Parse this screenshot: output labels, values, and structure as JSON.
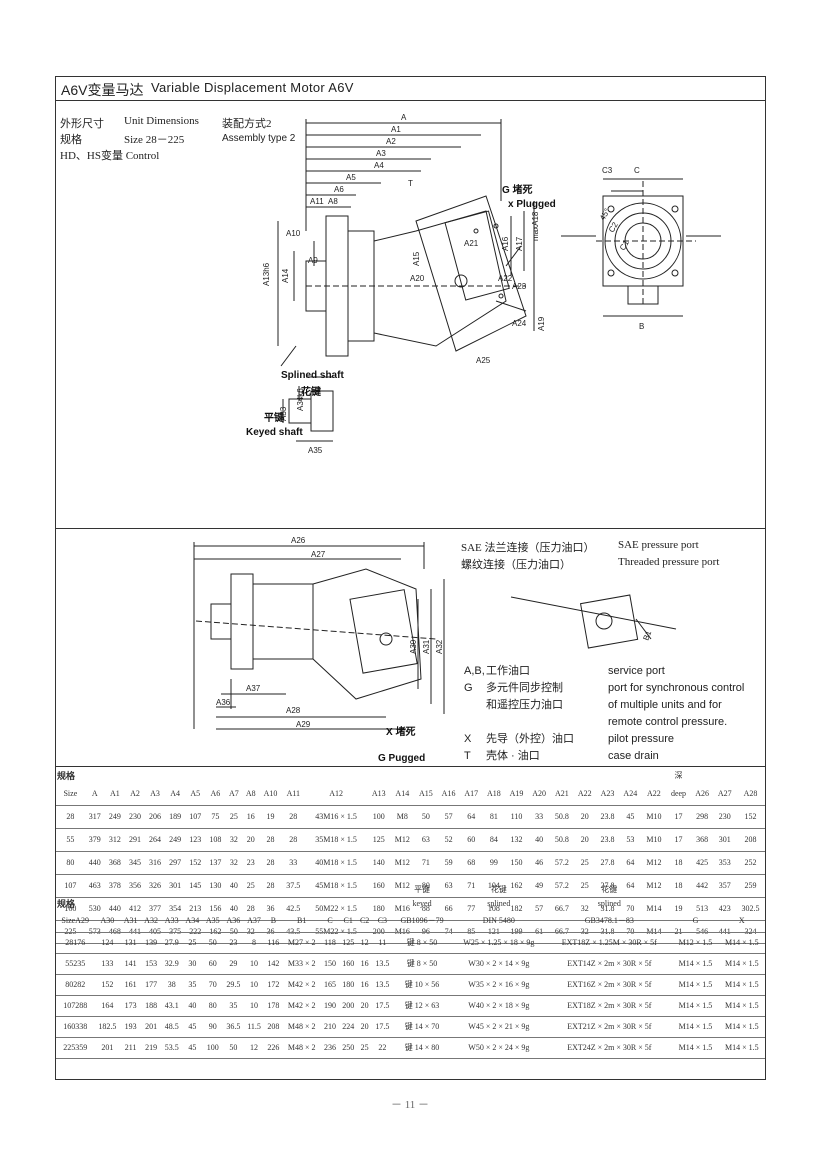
{
  "header": {
    "title_cn": "A6V变量马达",
    "title_en": "Variable Displacement Motor A6V"
  },
  "top_block": {
    "dims_cn": "外形尺寸",
    "dims_en": "Unit Dimensions",
    "spec_cn": "规格",
    "spec_en": "Size 28－225",
    "control": "HD、HS变量 Control",
    "assembly_cn": "装配方式2",
    "assembly_en": "Assembly type 2"
  },
  "drawing1": {
    "dims_a": [
      "A",
      "A1",
      "A2",
      "A3",
      "A4",
      "A5",
      "A6",
      "A8",
      "A11"
    ],
    "g_plug_cn": "G 堵死",
    "x_plug": "x Plugged",
    "splined_en": "Splined shaft",
    "splined_cn": "花键",
    "keyed_cn": "平键",
    "keyed_en": "Keyed shaft",
    "labels": [
      "A10",
      "A13h6",
      "A14",
      "A9",
      "A15",
      "A16",
      "A17",
      "maxA18",
      "A19",
      "A20",
      "A21",
      "A22",
      "A23",
      "A24",
      "A25",
      "A33",
      "A34k6",
      "A35",
      "C3",
      "C",
      "C1",
      "C2",
      "B",
      "45°",
      "T"
    ]
  },
  "drawing2": {
    "labels": [
      "A26",
      "A27",
      "A28",
      "A29",
      "A30",
      "A31",
      "A32",
      "A36",
      "A37",
      "B1"
    ],
    "x_plug_cn": "X 堵死",
    "g_plug": "G Pugged"
  },
  "legend": {
    "sae_cn": "SAE 法兰连接（压力油口）",
    "sae_en": "SAE pressure port",
    "thread_cn": "螺纹连接（压力油口）",
    "thread_en": "Threaded pressure port",
    "items": [
      {
        "code": "A,B,",
        "cn": "工作油口",
        "en": "service port"
      },
      {
        "code": "G",
        "cn": "多元件同步控制",
        "en": "port for synchronous control"
      },
      {
        "code": "",
        "cn": "和遥控压力油口",
        "en": "of multiple units and for"
      },
      {
        "code": "",
        "cn": "",
        "en": "remote control pressure."
      },
      {
        "code": "X",
        "cn": "先导（外控）油口",
        "en": "pilot pressure"
      },
      {
        "code": "T",
        "cn": "壳体 · 油口",
        "en": "case drain"
      }
    ]
  },
  "table1": {
    "title": "规格",
    "deep_cn": "深",
    "headers": [
      "Size",
      "A",
      "A1",
      "A2",
      "A3",
      "A4",
      "A5",
      "A6",
      "A7",
      "A8",
      "A10",
      "A11",
      "A12",
      "A13",
      "A14",
      "A15",
      "A16",
      "A17",
      "A18",
      "A19",
      "A20",
      "A21",
      "A22",
      "A23",
      "A24",
      "A22",
      "deep",
      "A26",
      "A27",
      "A28"
    ],
    "rows": [
      [
        "28",
        "317",
        "249",
        "230",
        "206",
        "189",
        "107",
        "75",
        "25",
        "16",
        "19",
        "28",
        "43M16 × 1.5",
        "100",
        "M8",
        "50",
        "57",
        "64",
        "81",
        "110",
        "33",
        "50.8",
        "20",
        "23.8",
        "45",
        "M10",
        "17",
        "298",
        "230",
        "152"
      ],
      [
        "55",
        "379",
        "312",
        "291",
        "264",
        "249",
        "123",
        "108",
        "32",
        "20",
        "28",
        "28",
        "35M18 × 1.5",
        "125",
        "M12",
        "63",
        "52",
        "60",
        "84",
        "132",
        "40",
        "50.8",
        "20",
        "23.8",
        "53",
        "M10",
        "17",
        "368",
        "301",
        "208"
      ],
      [
        "80",
        "440",
        "368",
        "345",
        "316",
        "297",
        "152",
        "137",
        "32",
        "23",
        "28",
        "33",
        "40M18 × 1.5",
        "140",
        "M12",
        "71",
        "59",
        "68",
        "99",
        "150",
        "46",
        "57.2",
        "25",
        "27.8",
        "64",
        "M12",
        "18",
        "425",
        "353",
        "252"
      ],
      [
        "107",
        "463",
        "378",
        "356",
        "326",
        "301",
        "145",
        "130",
        "40",
        "25",
        "28",
        "37.5",
        "45M18 × 1.5",
        "160",
        "M12",
        "80",
        "63",
        "71",
        "104",
        "162",
        "49",
        "57.2",
        "25",
        "27.8",
        "64",
        "M12",
        "18",
        "442",
        "357",
        "259"
      ],
      [
        "160",
        "530",
        "440",
        "412",
        "377",
        "354",
        "213",
        "156",
        "40",
        "28",
        "36",
        "42.5",
        "50M22 × 1.5",
        "180",
        "M16",
        "88",
        "66",
        "77",
        "108",
        "182",
        "57",
        "66.7",
        "32",
        "31.8",
        "70",
        "M14",
        "19",
        "513",
        "423",
        "302.5"
      ],
      [
        "225",
        "573",
        "468",
        "441",
        "405",
        "375",
        "222",
        "162",
        "50",
        "32",
        "36",
        "43.5",
        "55M22 × 1.5",
        "200",
        "M16",
        "96",
        "74",
        "85",
        "121",
        "199",
        "61",
        "66.7",
        "32",
        "31.8",
        "70",
        "M14",
        "21",
        "546",
        "441",
        "324"
      ]
    ]
  },
  "table2": {
    "title": "规格",
    "group1": [
      "平键",
      "keyed",
      "GB1096－79"
    ],
    "group2": [
      "花键",
      "splined",
      "DIN 5480"
    ],
    "group3": [
      "花键",
      "splined",
      "GB3478.1－83"
    ],
    "headers": [
      "SizeA29",
      "A30",
      "A31",
      "A32",
      "A33",
      "A34",
      "A35",
      "A36",
      "A37",
      "B",
      "B1",
      "C",
      "C1",
      "C2",
      "C3",
      "",
      "",
      "",
      "G",
      "X"
    ],
    "rows": [
      [
        "28176",
        "124",
        "131",
        "139",
        "27.9",
        "25",
        "50",
        "23",
        "8",
        "116",
        "M27 × 2",
        "118",
        "125",
        "12",
        "11",
        "键 8 × 50",
        "W25 × 1.25 × 18 × 9g",
        "EXT18Z × 1.25M × 30R × 5f",
        "M12 × 1.5",
        "M14 × 1.5"
      ],
      [
        "55235",
        "133",
        "141",
        "153",
        "32.9",
        "30",
        "60",
        "29",
        "10",
        "142",
        "M33 × 2",
        "150",
        "160",
        "16",
        "13.5",
        "键 8 × 50",
        "W30 × 2 × 14 × 9g",
        "EXT14Z × 2m × 30R × 5f",
        "M14 × 1.5",
        "M14 × 1.5"
      ],
      [
        "80282",
        "152",
        "161",
        "177",
        "38",
        "35",
        "70",
        "29.5",
        "10",
        "172",
        "M42 × 2",
        "165",
        "180",
        "16",
        "13.5",
        "键 10 × 56",
        "W35 × 2 × 16 × 9g",
        "EXT16Z × 2m × 30R × 5f",
        "M14 × 1.5",
        "M14 × 1.5"
      ],
      [
        "107288",
        "164",
        "173",
        "188",
        "43.1",
        "40",
        "80",
        "35",
        "10",
        "178",
        "M42 × 2",
        "190",
        "200",
        "20",
        "17.5",
        "键 12 × 63",
        "W40 × 2 × 18 × 9g",
        "EXT18Z × 2m × 30R × 5f",
        "M14 × 1.5",
        "M14 × 1.5"
      ],
      [
        "160338",
        "182.5",
        "193",
        "201",
        "48.5",
        "45",
        "90",
        "36.5",
        "11.5",
        "208",
        "M48 × 2",
        "210",
        "224",
        "20",
        "17.5",
        "键 14 × 70",
        "W45 × 2 × 21 × 9g",
        "EXT21Z × 2m × 30R × 5f",
        "M14 × 1.5",
        "M14 × 1.5"
      ],
      [
        "225359",
        "201",
        "211",
        "219",
        "53.5",
        "45",
        "100",
        "50",
        "12",
        "226",
        "M48 × 2",
        "236",
        "250",
        "25",
        "22",
        "键 14 × 80",
        "W50 × 2 × 24 × 9g",
        "EXT24Z × 2m × 30R × 5f",
        "M14 × 1.5",
        "M14 × 1.5"
      ]
    ]
  },
  "page_number": "－ 11 －"
}
